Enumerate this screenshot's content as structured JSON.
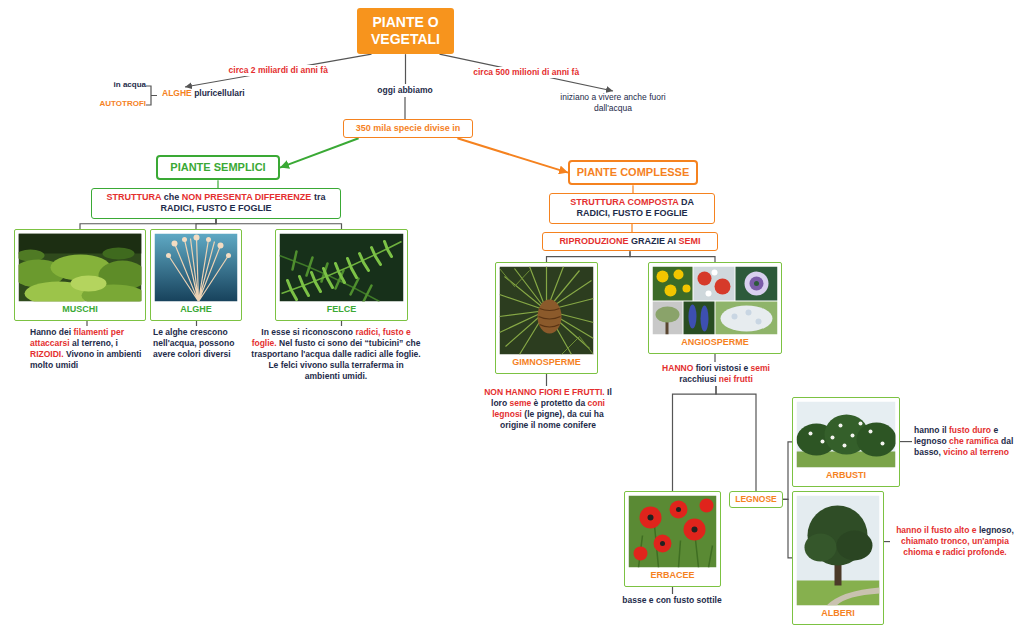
{
  "diagram": {
    "nodes": [
      {
        "text": [
          "PIANTE O VEGETALI"
        ]
      },
      {
        "text": [
          "ALGHE pluricellulari"
        ]
      },
      {
        "text": [
          "oggi abbiamo"
        ]
      },
      {
        "text": [
          "iniziano a vivere anche fuori dall'acqua"
        ]
      },
      {
        "text": [
          "350 mila specie divise in"
        ]
      },
      {
        "text": [
          "PIANTE SEMPLICI"
        ]
      },
      {
        "text": [
          "STRUTTURA che NON PRESENTA DIFFERENZE tra RADICI, FUSTO E FOGLIE"
        ]
      },
      {
        "text": [
          "MUSCHI"
        ]
      },
      {
        "text": [
          "ALGHE"
        ]
      },
      {
        "text": [
          "FELCE"
        ]
      },
      {
        "text": [
          "Hanno dei filamenti per attaccarsi al terreno, i RIZOIDI. Vivono in ambienti molto umidi"
        ]
      },
      {
        "text": [
          "Le alghe crescono nell'acqua, possono avere colori diversi"
        ]
      },
      {
        "text": [
          "In esse si riconoscono radici, fusto e foglie. Nel fusto ci sono dei “tubicini” che trasportano l'acqua dalle radici alle foglie. Le felci vivono sulla terraferma in ambienti umidi."
        ]
      },
      {
        "text": [
          "PIANTE COMPLESSE"
        ]
      },
      {
        "text": [
          "STRUTTURA COMPOSTA DA RADICI, FUSTO E FOGLIE"
        ]
      },
      {
        "text": [
          "RIPRODUZIONE GRAZIE AI SEMI"
        ]
      },
      {
        "text": [
          "GIMNOSPERME"
        ]
      },
      {
        "text": [
          "ANGIOSPERME"
        ]
      },
      {
        "text": [
          "NON HANNO FIORI E FRUTTI. Il loro seme è protetto da coni legnosi (le pigne), da cui ha origine il nome conifere"
        ]
      },
      {
        "text": [
          "HANNO fiori vistosi e semi racchiusi nei frutti"
        ]
      },
      {
        "text": [
          "ERBACEE"
        ]
      },
      {
        "text": [
          "LEGNOSE"
        ]
      },
      {
        "text": [
          "ARBUSTI"
        ]
      },
      {
        "text": [
          "ALBERI"
        ]
      },
      {
        "text": [
          "basse e con fusto sottile"
        ]
      },
      {
        "text": [
          "hanno il fusto duro e legnoso che ramifica dal basso, vicino al terreno"
        ]
      },
      {
        "text": [
          "hanno il fusto alto e legnoso, chiamato tronco, un'ampia chioma e radici profonde."
        ]
      }
    ],
    "edges": [
      {
        "from": 0,
        "to": 1,
        "label": "circa 2 miliardi di anni fà",
        "arrow": "to"
      },
      {
        "from": 0,
        "to": 2,
        "arrow": "none"
      },
      {
        "from": 0,
        "to": 3,
        "label": "circa 500 milioni di anni fà",
        "arrow": "to"
      },
      {
        "from": 2,
        "to": 4,
        "arrow": "none"
      },
      {
        "from": 4,
        "to": 5,
        "arrow": "to"
      },
      {
        "from": 4,
        "to": 13,
        "arrow": "to"
      },
      {
        "from": 5,
        "to": 6,
        "arrow": "none"
      },
      {
        "from": 6,
        "to": 7,
        "arrow": "none"
      },
      {
        "from": 6,
        "to": 8,
        "arrow": "none"
      },
      {
        "from": 6,
        "to": 9,
        "arrow": "none"
      },
      {
        "from": 7,
        "to": 10,
        "arrow": "none"
      },
      {
        "from": 8,
        "to": 11,
        "arrow": "none"
      },
      {
        "from": 9,
        "to": 12,
        "arrow": "none"
      },
      {
        "from": 13,
        "to": 14,
        "arrow": "none"
      },
      {
        "from": 14,
        "to": 15,
        "arrow": "none"
      },
      {
        "from": 15,
        "to": 16,
        "arrow": "none"
      },
      {
        "from": 15,
        "to": 17,
        "arrow": "none"
      },
      {
        "from": 16,
        "to": 18,
        "arrow": "none"
      },
      {
        "from": 17,
        "to": 19,
        "arrow": "none"
      },
      {
        "from": 19,
        "to": 20,
        "arrow": "none"
      },
      {
        "from": 19,
        "to": 21,
        "arrow": "none"
      },
      {
        "from": 21,
        "to": 22,
        "arrow": "none"
      },
      {
        "from": 21,
        "to": 23,
        "arrow": "none"
      },
      {
        "from": 20,
        "to": 24,
        "arrow": "none"
      },
      {
        "from": 22,
        "to": 25,
        "arrow": "none"
      },
      {
        "from": 23,
        "to": 26,
        "arrow": "none"
      }
    ],
    "labels": [
      "in acqua",
      "AUTOTROFI"
    ]
  }
}
